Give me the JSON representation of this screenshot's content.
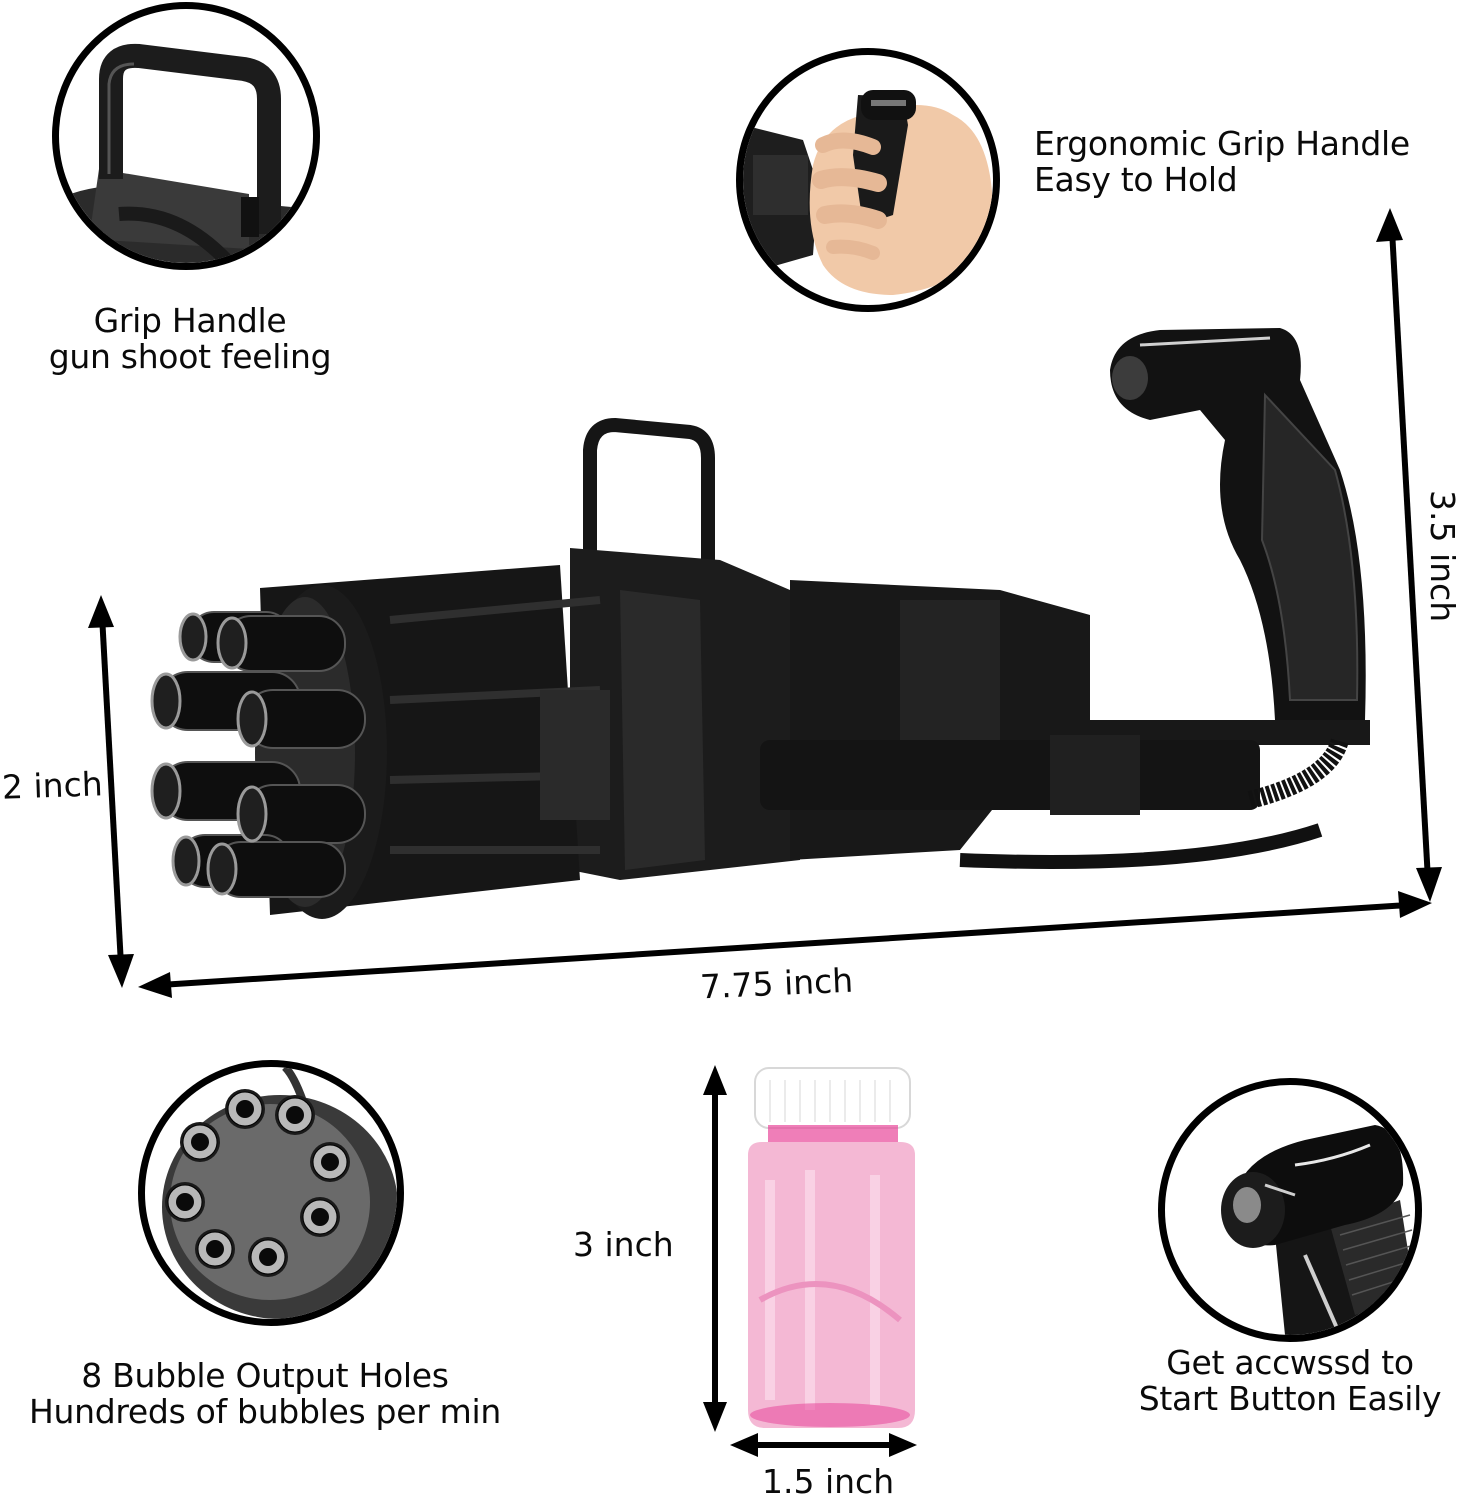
{
  "colors": {
    "background": "#ffffff",
    "text": "#0a0a0a",
    "gun_body": "#111111",
    "gun_highlight": "#3a3a3a",
    "bottle_liquid": "#f4b8d4",
    "bottle_accent": "#e8479a",
    "bottle_cap": "#ffffff",
    "arrow": "#000000",
    "skin": "#f1c9a8"
  },
  "callouts": {
    "top_left": {
      "icon": "grip-handle-closeup",
      "line1": "Grip Handle",
      "line2": "gun shoot feeling"
    },
    "top_right": {
      "icon": "hand-holding-grip-closeup",
      "line1": "Ergonomic Grip Handle",
      "line2": "Easy to Hold"
    },
    "bottom_left": {
      "icon": "bubble-output-holes-closeup",
      "line1": "8 Bubble Output Holes",
      "line2": "Hundreds of bubbles per min"
    },
    "bottom_right": {
      "icon": "start-button-closeup",
      "line1": "Get accwssd to",
      "line2": "Start Button Easily"
    }
  },
  "dimensions": {
    "gun_height_front": "2 inch",
    "gun_height_rear": "3.5 inch",
    "gun_length": "7.75 inch",
    "bottle_height": "3 inch",
    "bottle_width": "1.5 inch"
  },
  "product": {
    "main_item": "gatling-bubble-gun",
    "accessory": "bubble-solution-bottle",
    "barrel_count": 8
  }
}
